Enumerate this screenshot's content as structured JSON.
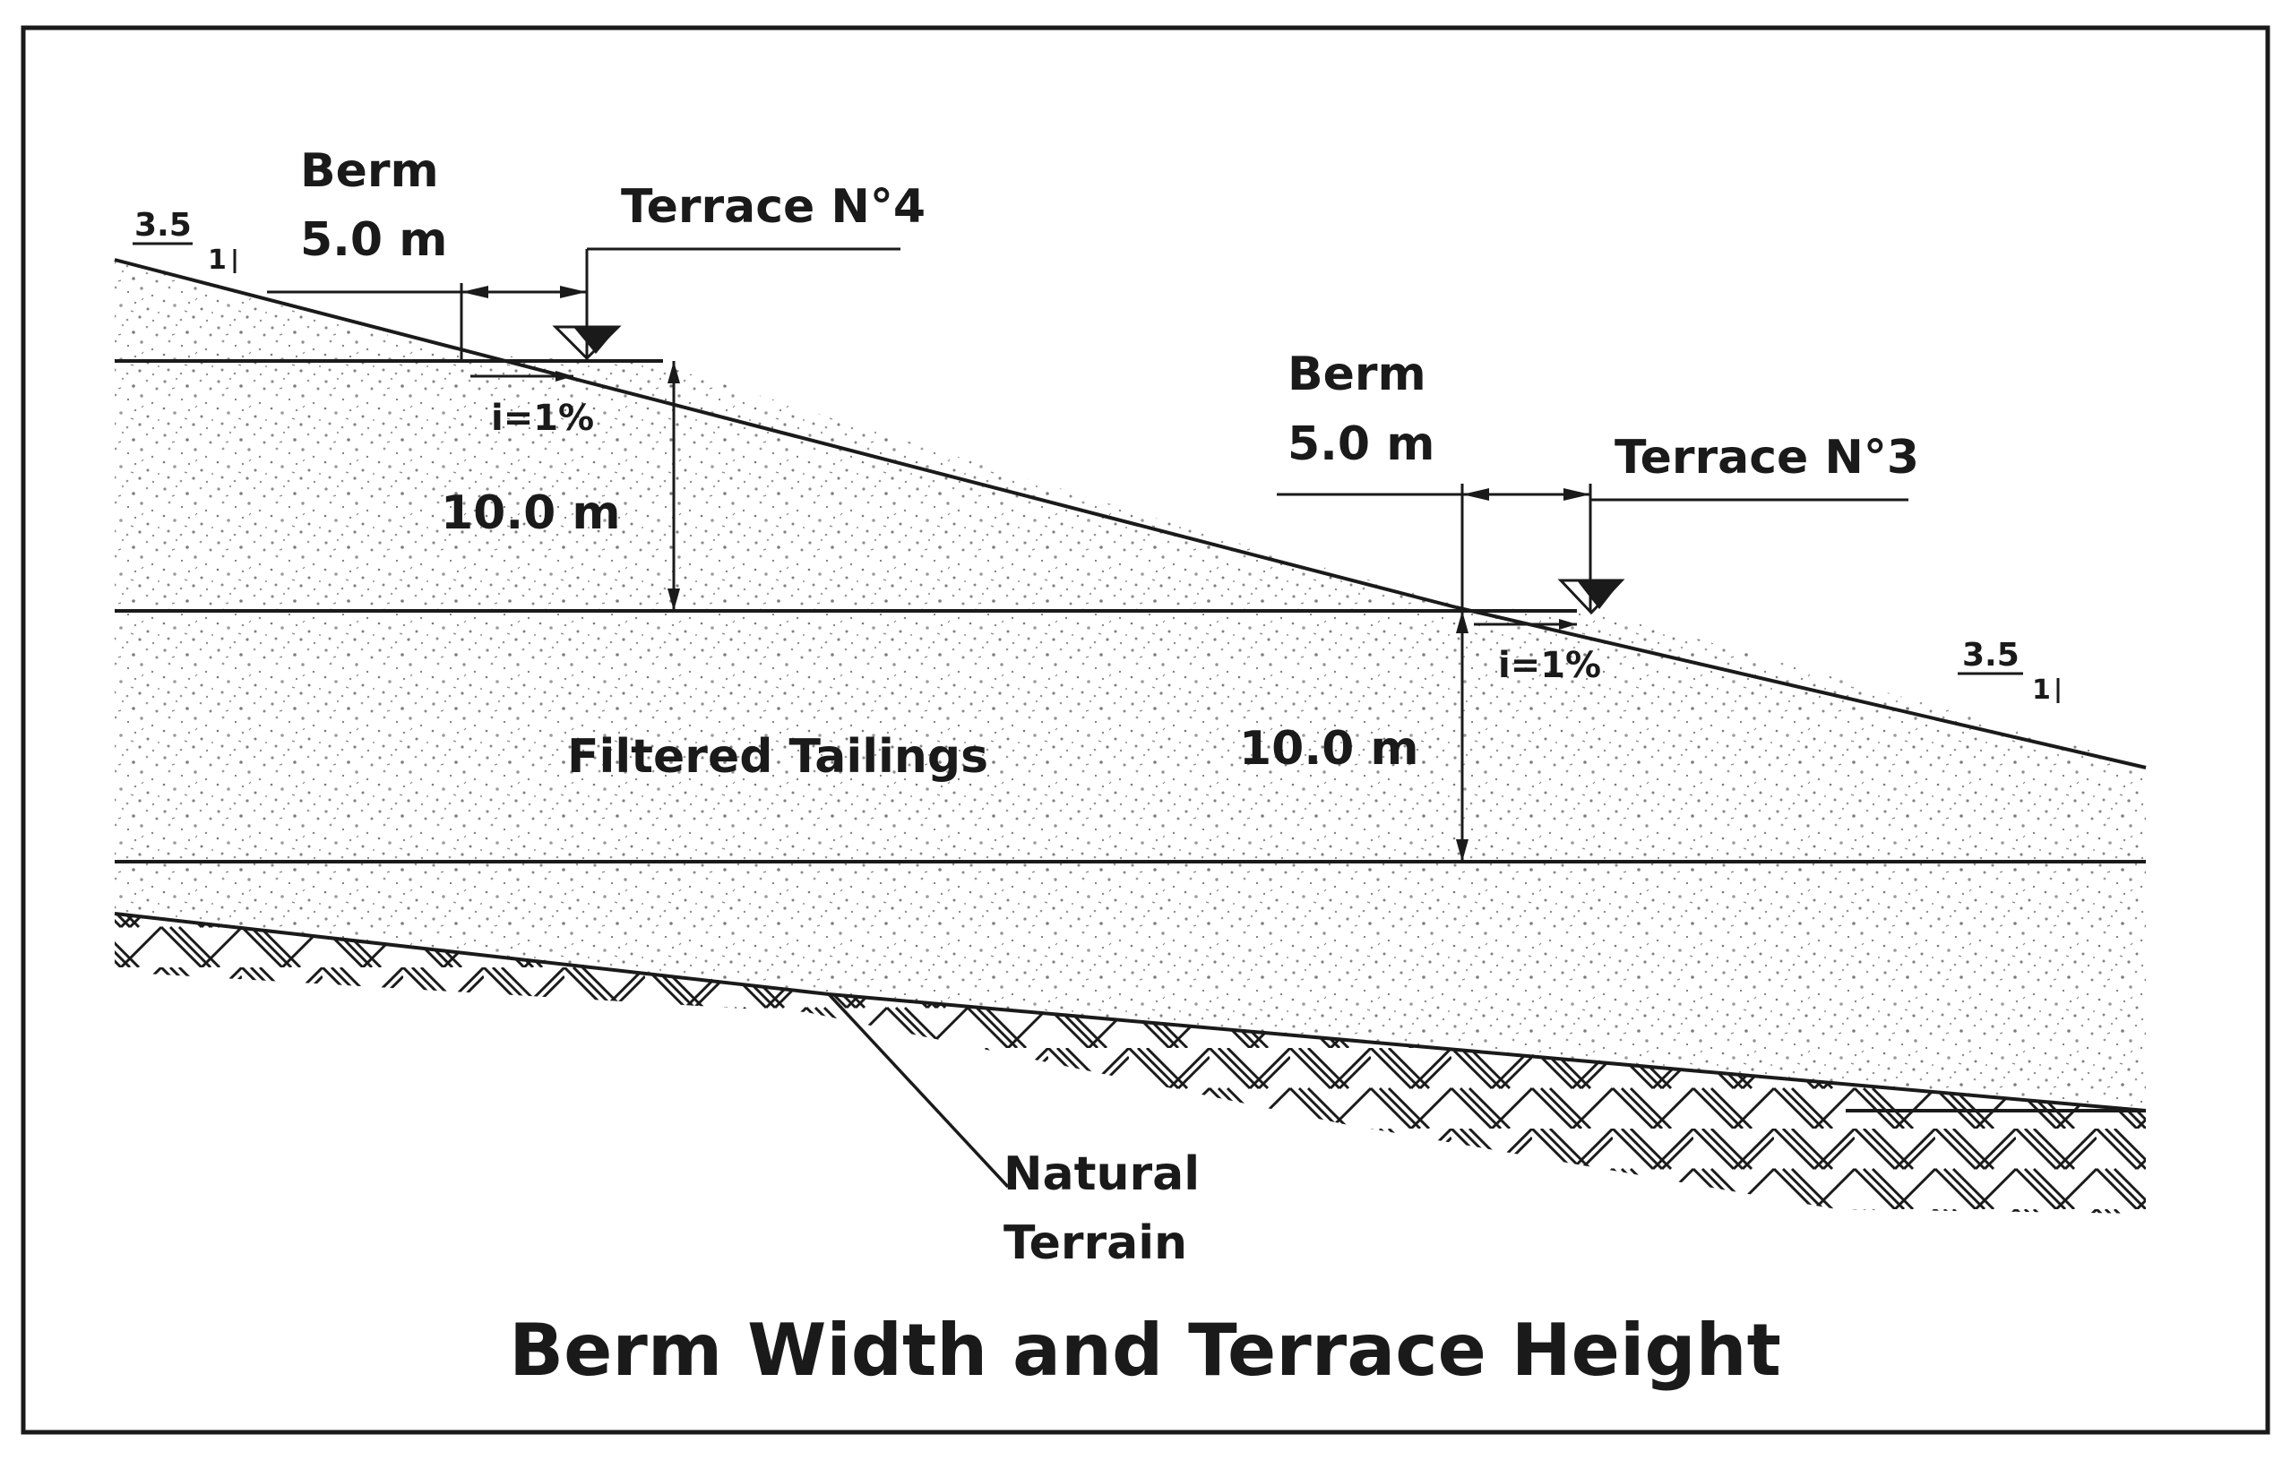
{
  "diagram": {
    "title": "Berm Width and Terrace Height",
    "upper_berm": {
      "label": "Berm",
      "width": "5.0 m"
    },
    "lower_berm": {
      "label": "Berm",
      "width": "5.0 m"
    },
    "terrace_upper": "Terrace N°4",
    "terrace_lower": "Terrace N°3",
    "slope_upper": {
      "numerator": "3.5",
      "denominator": "1"
    },
    "slope_lower": {
      "numerator": "3.5",
      "denominator": "1"
    },
    "gradient_upper": "i=1%",
    "gradient_lower": "i=1%",
    "height_upper": "10.0 m",
    "height_lower": "10.0 m",
    "material": "Filtered Tailings",
    "ground": {
      "line1": "Natural",
      "line2": "Terrain"
    }
  },
  "colors": {
    "ink": "#1a1a1a",
    "fill_speckle": "#9a9a9a",
    "background": "#ffffff"
  }
}
